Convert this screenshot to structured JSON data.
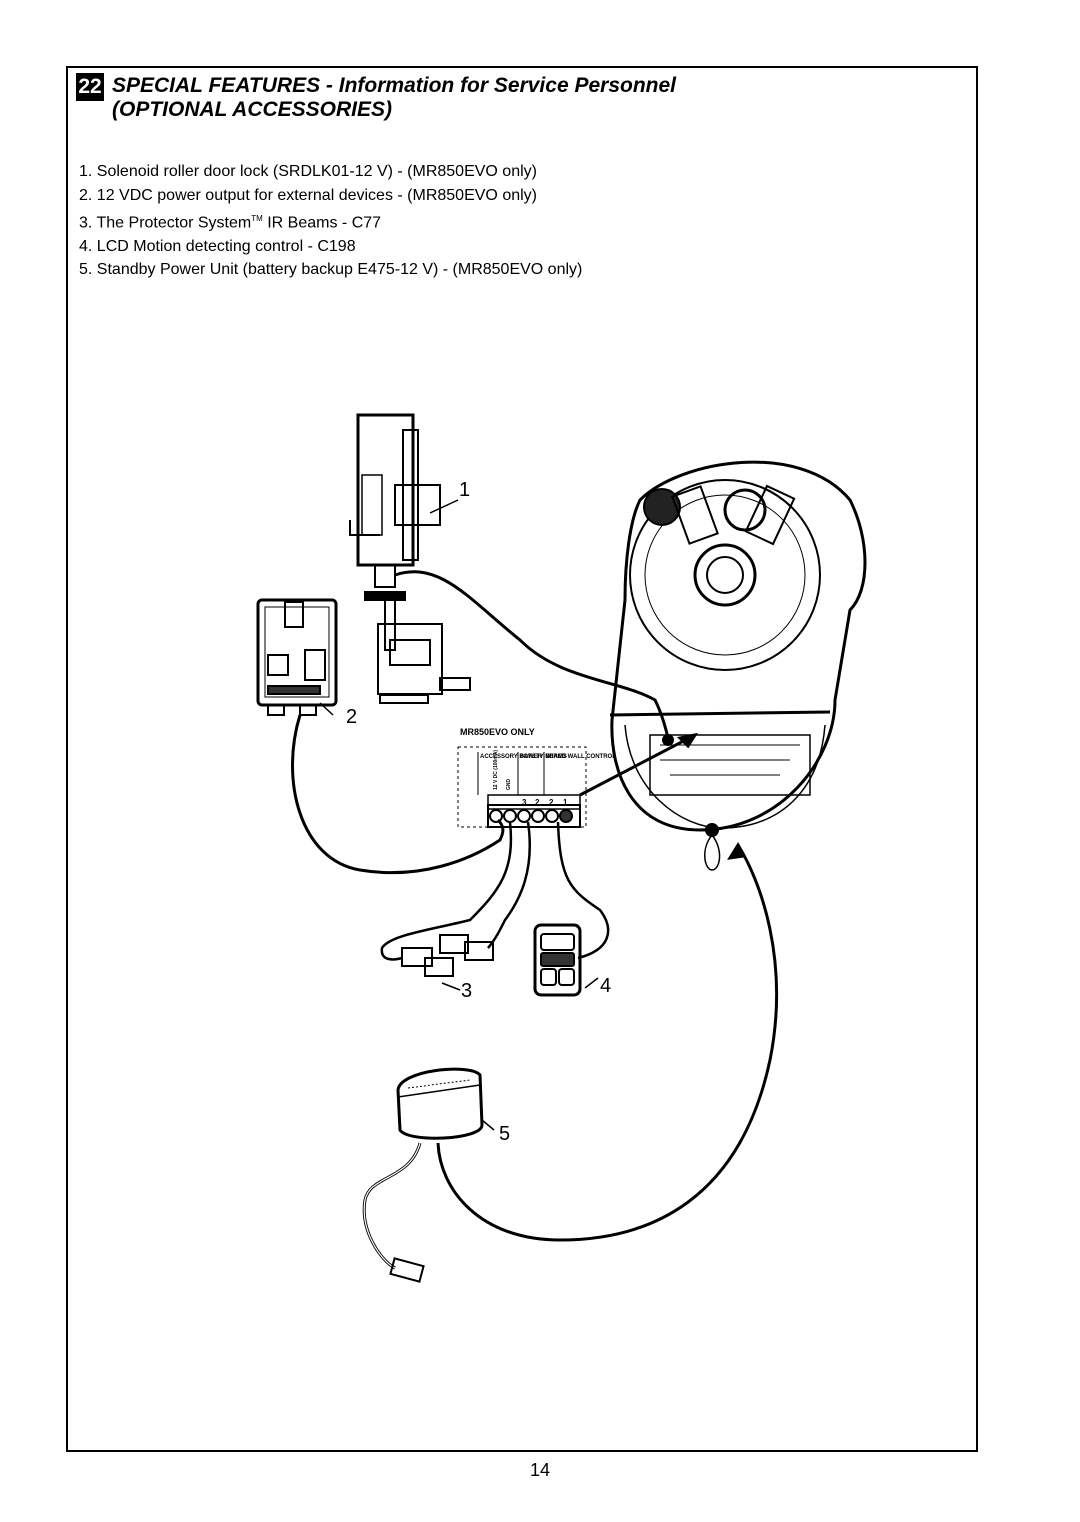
{
  "section": {
    "number": "22",
    "title_line1": "SPECIAL FEATURES - Information for Service Personnel",
    "title_line2": "(OPTIONAL ACCESSORIES)"
  },
  "items": [
    {
      "num": "1.",
      "text": "Solenoid roller door lock (SRDLK01-12 V) - (MR850EVO only)"
    },
    {
      "num": "2.",
      "text": "12 VDC power output for external devices - (MR850EVO only)"
    },
    {
      "num": "3.",
      "text_before": "The Protector System",
      "tm": "TM",
      "text_after": " IR Beams - C77"
    },
    {
      "num": "4.",
      "text": "LCD Motion detecting control - C198"
    },
    {
      "num": "5.",
      "text": "Standby Power Unit (battery backup E475-12 V) - (MR850EVO only)"
    }
  ],
  "diagram": {
    "callouts": [
      "1",
      "2",
      "3",
      "4",
      "5"
    ],
    "terminal_header": "MR850EVO ONLY",
    "terminal_groups": [
      "ACCESSORY POWER",
      "SAFETY BEAMS",
      "WIRED WALL CONTROL"
    ],
    "accessory_power_sub": [
      "12 V DC (100mA)",
      "GND"
    ],
    "terminal_numbers": [
      "3",
      "2",
      "2",
      "1"
    ]
  },
  "page_number": "14"
}
